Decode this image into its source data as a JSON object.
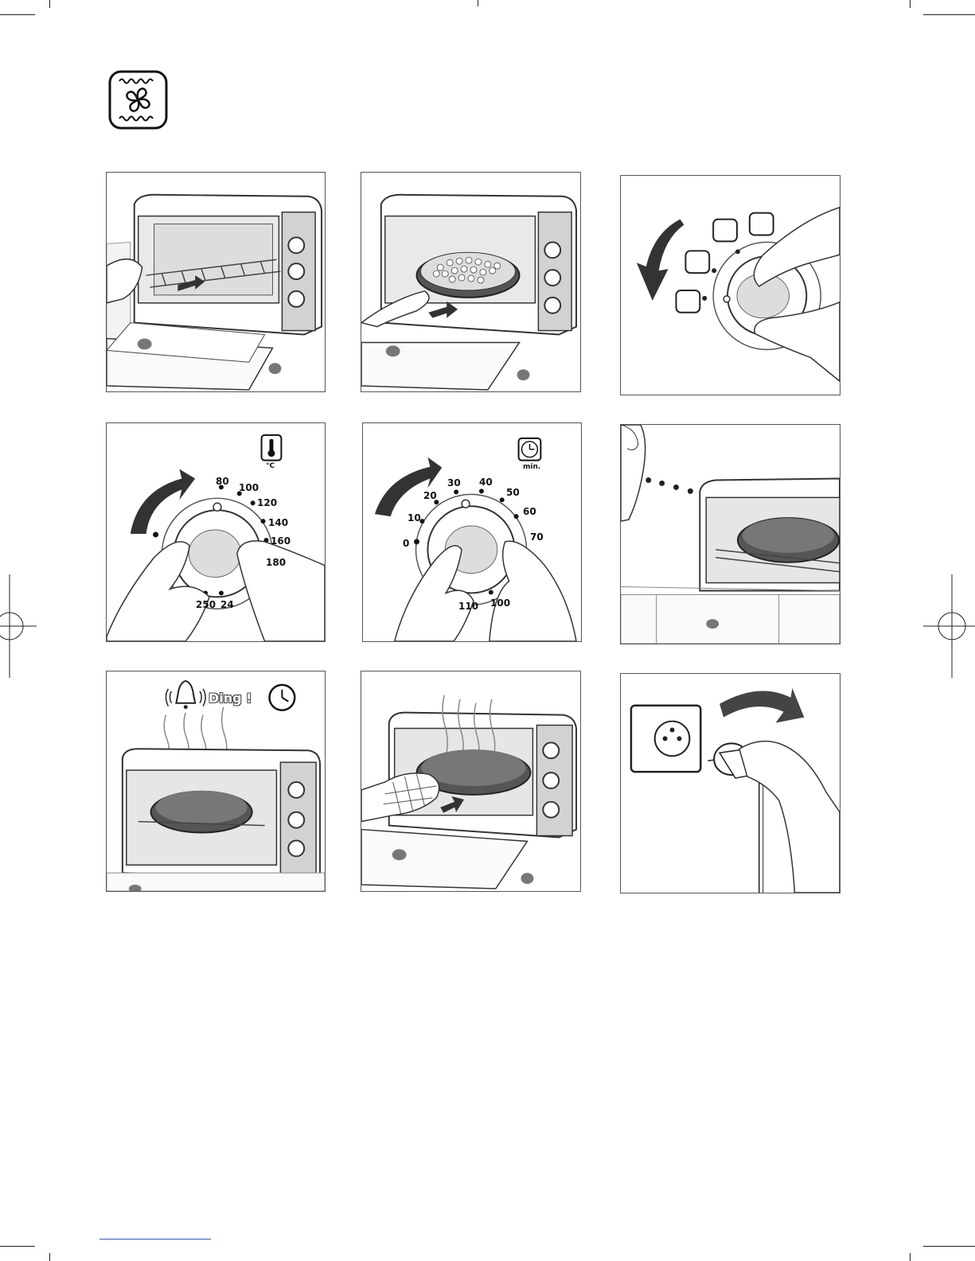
{
  "mode_icon": "fan-heat-icon",
  "panels": [
    {
      "name": "panel-insert-rack",
      "icon": "oven-rack-insert-icon"
    },
    {
      "name": "panel-place-tart",
      "icon": "oven-tart-insert-icon"
    },
    {
      "name": "panel-select-mode",
      "icon": "mode-dial-icon"
    },
    {
      "name": "panel-set-temperature",
      "icon": "temperature-dial-icon",
      "unit": "°C",
      "labels": [
        "80",
        "100",
        "120",
        "140",
        "160",
        "180",
        "250",
        "24"
      ]
    },
    {
      "name": "panel-set-timer",
      "icon": "timer-dial-icon",
      "unit": "min.",
      "labels": [
        "0",
        "10",
        "20",
        "30",
        "40",
        "50",
        "60",
        "70",
        "110",
        "100"
      ]
    },
    {
      "name": "panel-watch-cooking",
      "icon": "woman-watching-oven-icon"
    },
    {
      "name": "panel-timer-ding",
      "icon": "bell-icon",
      "ding_text": "Ding !"
    },
    {
      "name": "panel-remove-tart",
      "icon": "oven-mitt-icon"
    },
    {
      "name": "panel-unplug",
      "icon": "wall-socket-plug-icon"
    }
  ]
}
